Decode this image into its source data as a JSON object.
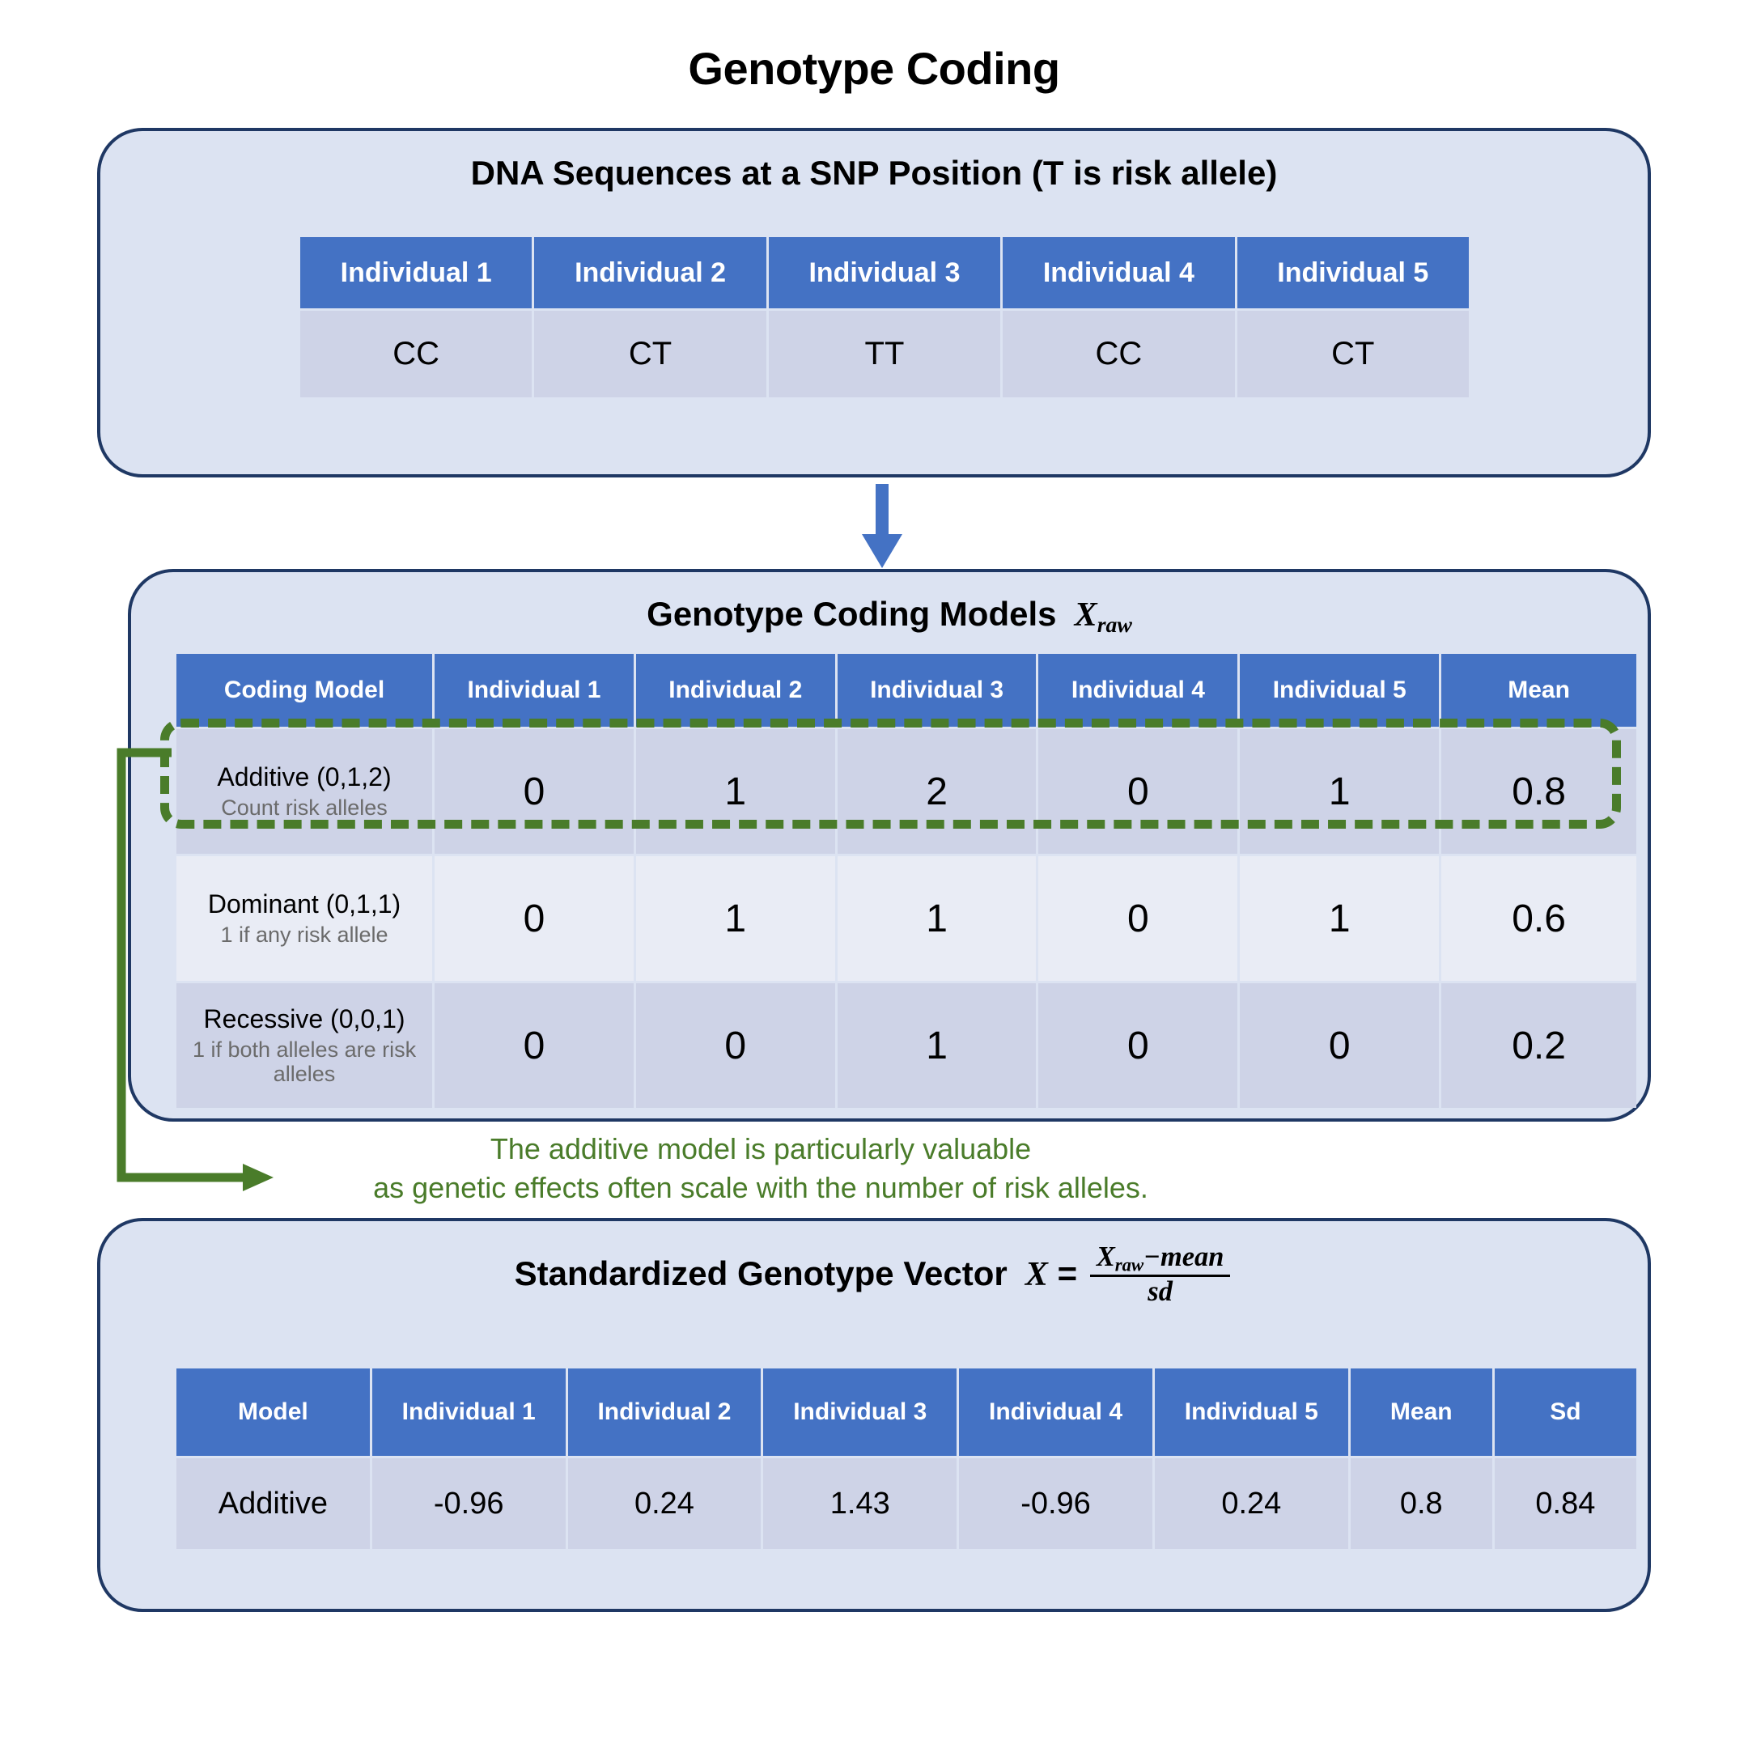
{
  "title": "Genotype Coding",
  "panels": {
    "dna": {
      "heading": "DNA Sequences at a SNP Position (T is risk allele)",
      "table": {
        "headers": [
          "Individual 1",
          "Individual 2",
          "Individual 3",
          "Individual 4",
          "Individual 5"
        ],
        "row": [
          "CC",
          "CT",
          "TT",
          "CC",
          "CT"
        ]
      }
    },
    "models": {
      "heading_text": "Genotype Coding Models",
      "heading_symbol": "X",
      "heading_symbol_sub": "raw",
      "table": {
        "headers": [
          "Coding Model",
          "Individual 1",
          "Individual 2",
          "Individual 3",
          "Individual 4",
          "Individual 5",
          "Mean"
        ],
        "rows": [
          {
            "model": "Additive (0,1,2)",
            "description": "Count risk alleles",
            "values": [
              "0",
              "1",
              "2",
              "0",
              "1"
            ],
            "mean": "0.8"
          },
          {
            "model": "Dominant (0,1,1)",
            "description": "1 if any risk allele",
            "values": [
              "0",
              "1",
              "1",
              "0",
              "1"
            ],
            "mean": "0.6"
          },
          {
            "model": "Recessive (0,0,1)",
            "description": "1 if both alleles are risk alleles",
            "values": [
              "0",
              "0",
              "1",
              "0",
              "0"
            ],
            "mean": "0.2"
          }
        ]
      },
      "highlight_row": "Additive (0,1,2)"
    },
    "standardized": {
      "heading_text": "Standardized Genotype Vector",
      "heading_symbol": "X",
      "heading_equals": "=",
      "formula_numerator_var": "X",
      "formula_numerator_sub": "raw",
      "formula_numerator_rest": "−mean",
      "formula_denominator": "sd",
      "table": {
        "headers": [
          "Model",
          "Individual 1",
          "Individual 2",
          "Individual 3",
          "Individual 4",
          "Individual 5",
          "Mean",
          "Sd"
        ],
        "row": {
          "model": "Additive",
          "values": [
            "-0.96",
            "0.24",
            "1.43",
            "-0.96",
            "0.24"
          ],
          "mean": "0.8",
          "sd": "0.84"
        }
      }
    }
  },
  "annotation": {
    "line1": "The additive model is particularly valuable",
    "line2": "as genetic effects often scale with the number of risk alleles."
  },
  "colors": {
    "panel_fill": "#dce3f2",
    "panel_border": "#1f3864",
    "header_blue": "#4472c4",
    "row_dark": "#ced3e7",
    "row_light": "#e9ecf5",
    "accent_green": "#4a7c2a",
    "arrow_blue": "#4472c4"
  }
}
